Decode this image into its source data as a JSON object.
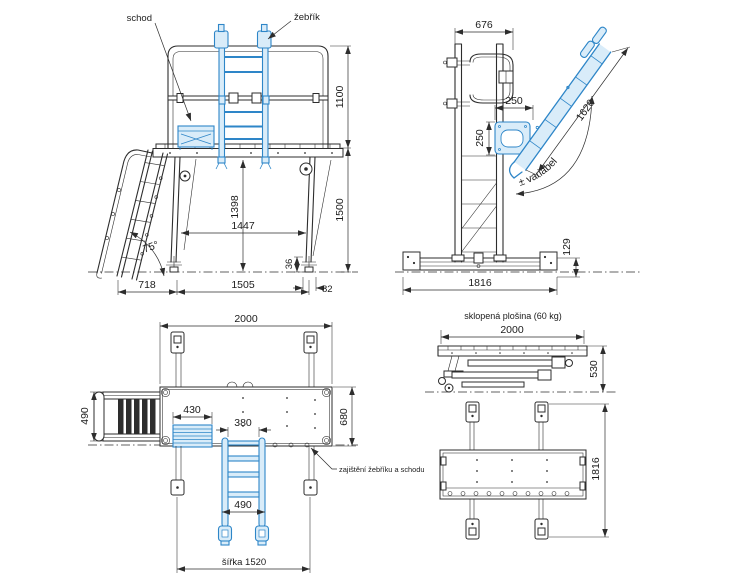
{
  "colors": {
    "line": "#2d2d2d",
    "accent": "#2e86c8",
    "accent_light": "#d9ecf9",
    "background": "#ffffff"
  },
  "front_view": {
    "callout_step": "schod",
    "callout_ladder": "žebřík",
    "dim_railing_height": "1100",
    "dim_total_height": "1500",
    "dim_clearance_height": "1398",
    "dim_inner_span": "1447",
    "dim_foot_height": "36",
    "dim_foot_width": "82",
    "dim_stair_run": "718",
    "dim_support_span": "1505",
    "stair_angle": "75°"
  },
  "side_view": {
    "dim_depth": "676",
    "dim_bracket_offset": "250",
    "dim_bracket_height": "250",
    "dim_ladder_length": "1620",
    "note_variable": "± variabel",
    "dim_base_height": "129",
    "dim_base_length": "1816"
  },
  "plan_view": {
    "dim_length": "2000",
    "dim_stair_width": "490",
    "dim_step_width": "430",
    "dim_ladder_inner_width": "380",
    "dim_platform_depth": "680",
    "dim_ladder_width": "490",
    "dim_track_width": "šířka 1520",
    "callout_lock": "zajištění žebříku a schodu"
  },
  "folded_view": {
    "title": "sklopená plošina (60 kg)",
    "dim_length": "2000",
    "dim_folded_height": "530",
    "dim_base_length": "1816"
  }
}
